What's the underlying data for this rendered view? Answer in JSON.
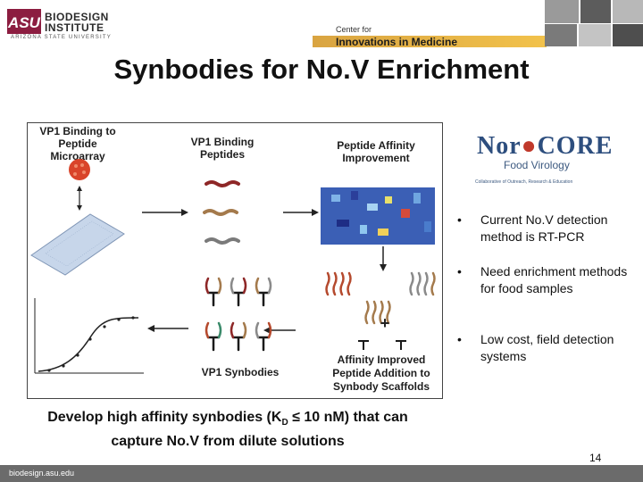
{
  "header": {
    "logo_letters": "ASU",
    "institute_line1": "BIODESIGN",
    "institute_line2": "INSTITUTE",
    "university": "ARIZONA STATE UNIVERSITY",
    "center_line1": "Center for",
    "center_line2": "Innovations in Medicine",
    "accent_color": "#8c1d40",
    "gold_color": "#f2c24b"
  },
  "slide": {
    "title": "Synbodies for No.V Enrichment",
    "page_number": "14",
    "footer_url": "biodesign.asu.edu"
  },
  "figure": {
    "label_microarray": "VP1 Binding to Peptide Microarray",
    "label_peptides": "VP1 Binding Peptides",
    "label_affinity": "Peptide Affinity Improvement",
    "label_synbodies": "VP1 Synbodies",
    "label_scaffold": "Affinity Improved Peptide Addition to Synbody Scaffolds",
    "plus_sign": "+"
  },
  "logo_norocore": {
    "name_part1": "Nor",
    "name_part2": "CORE",
    "subtitle": "Food Virology",
    "tagline": "Collaborative of Outreach, Research & Education"
  },
  "bullets": [
    "Current No.V detection method is RT-PCR",
    "Need enrichment methods for food samples",
    "Low cost, field detection systems"
  ],
  "caption": {
    "line1_prefix": "Develop high affinity synbodies (K",
    "line1_sub": "D",
    "line1_suffix": " ≤ 10 nM) that can",
    "line2": "capture No.V from dilute solutions"
  }
}
